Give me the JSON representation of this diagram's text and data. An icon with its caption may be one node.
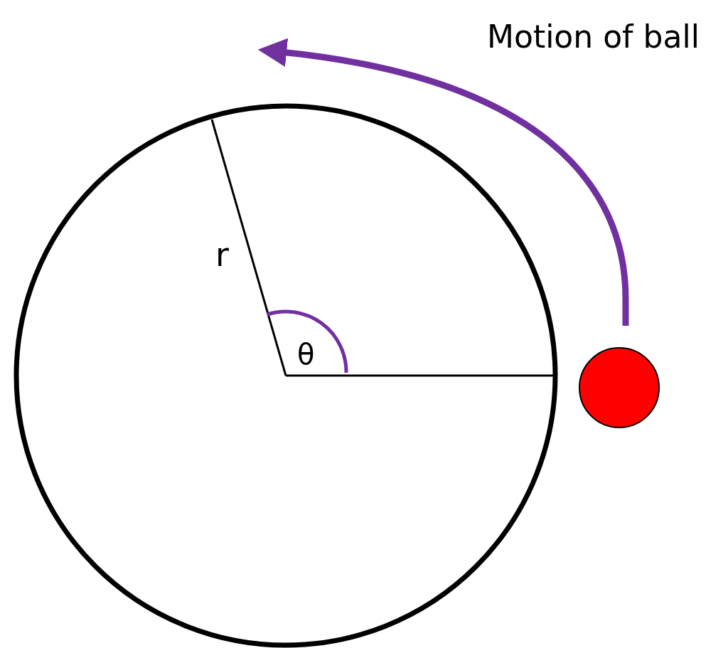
{
  "diagram": {
    "nodes": [
      {
        "text": [],
        "shape": "circle"
      }
    ],
    "labels": [
      "Motion of ball",
      "r",
      "θ"
    ]
  }
}
